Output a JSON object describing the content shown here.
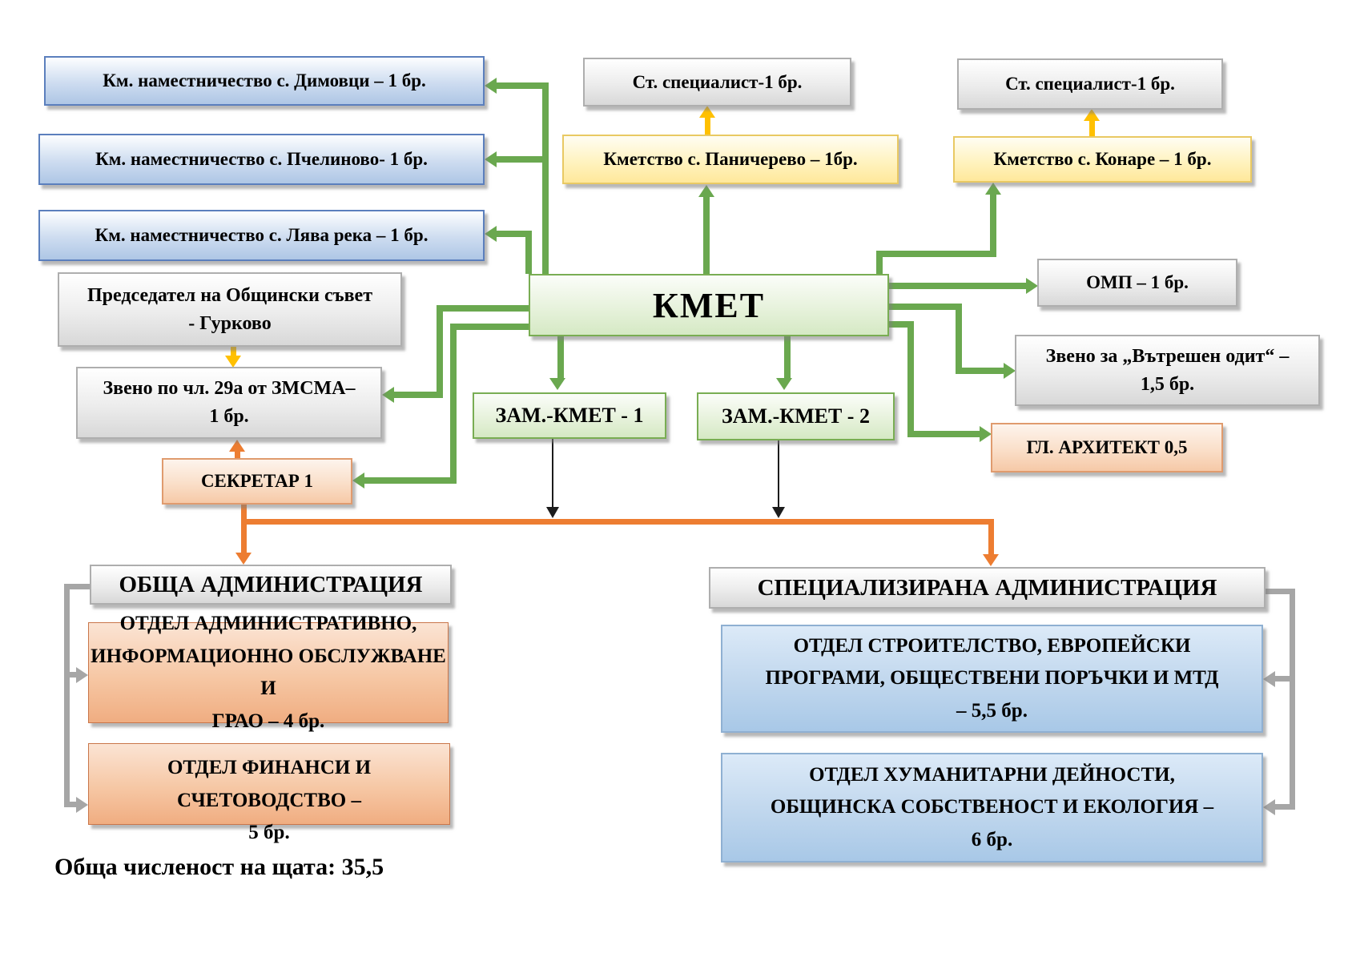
{
  "footer": "Обща численост на щата: 35,5",
  "colors": {
    "connector_green": "#6aa84f",
    "connector_yellow": "#ffc000",
    "connector_orange": "#ed7d31",
    "connector_gray": "#a6a6a6",
    "connector_black": "#1c1c1c",
    "box_blue_border": "#5b7fbd",
    "box_green_border": "#79ad53",
    "box_orange_border": "#e09b6e",
    "box_yellow_border": "#e9c963"
  },
  "boxes": {
    "dimovtsi": {
      "label": "Км. наместничество с. Димовци – 1 бр."
    },
    "pchelinovo": {
      "label": "Км. наместничество с. Пчелиново- 1 бр."
    },
    "lyava_reka": {
      "label": "Км. наместничество с. Лява река – 1 бр."
    },
    "predsedatel": {
      "lines": [
        "Председател на Общински съвет",
        "- Гурково"
      ]
    },
    "zveno_29a": {
      "lines": [
        "Звено по чл. 29а от ЗМСМА–",
        "1 бр."
      ]
    },
    "sekretar": {
      "label": "СЕКРЕТАР 1"
    },
    "st_specialist_left": {
      "label": "Ст. специалист-1 бр."
    },
    "panicherevo": {
      "label": "Кметство с. Паничерево – 1бр."
    },
    "st_specialist_right": {
      "label": "Ст. специалист-1 бр."
    },
    "konare": {
      "label": "Кметство с. Конаре – 1 бр."
    },
    "kmet": {
      "label": "КМЕТ"
    },
    "zam_kmet_1": {
      "label": "ЗАМ.-КМЕТ - 1"
    },
    "zam_kmet_2": {
      "label": "ЗАМ.-КМЕТ - 2"
    },
    "omp": {
      "label": "ОМП – 1 бр."
    },
    "vatreshen_odit": {
      "lines": [
        "Звено за „Вътрешен одит“ –",
        "1,5 бр."
      ]
    },
    "gl_arhitekt": {
      "label": "ГЛ. АРХИТЕКТ 0,5"
    },
    "obshta_admin": {
      "label": "ОБЩА АДМИНИСТРАЦИЯ"
    },
    "spec_admin": {
      "label": "СПЕЦИАЛИЗИРАНА АДМИНИСТРАЦИЯ"
    },
    "otdel_admin": {
      "lines": [
        "ОТДЕЛ АДМИНИСТРАТИВНО,",
        "ИНФОРМАЦИОННО ОБСЛУЖВАНЕ И",
        "ГРАО – 4 бр."
      ]
    },
    "otdel_finansi": {
      "lines": [
        "ОТДЕЛ ФИНАНСИ И СЧЕТОВОДСТВО –",
        "5 бр."
      ]
    },
    "otdel_stroitelstvo": {
      "lines": [
        "ОТДЕЛ СТРОИТЕЛСТВО, ЕВРОПЕЙСКИ",
        "ПРОГРАМИ, ОБЩЕСТВЕНИ ПОРЪЧКИ И МТД",
        "– 5,5 бр."
      ]
    },
    "otdel_humanitarni": {
      "lines": [
        "ОТДЕЛ ХУМАНИТАРНИ ДЕЙНОСТИ,",
        "ОБЩИНСКА СОБСТВЕНОСТ И ЕКОЛОГИЯ –",
        "6 бр."
      ]
    }
  }
}
